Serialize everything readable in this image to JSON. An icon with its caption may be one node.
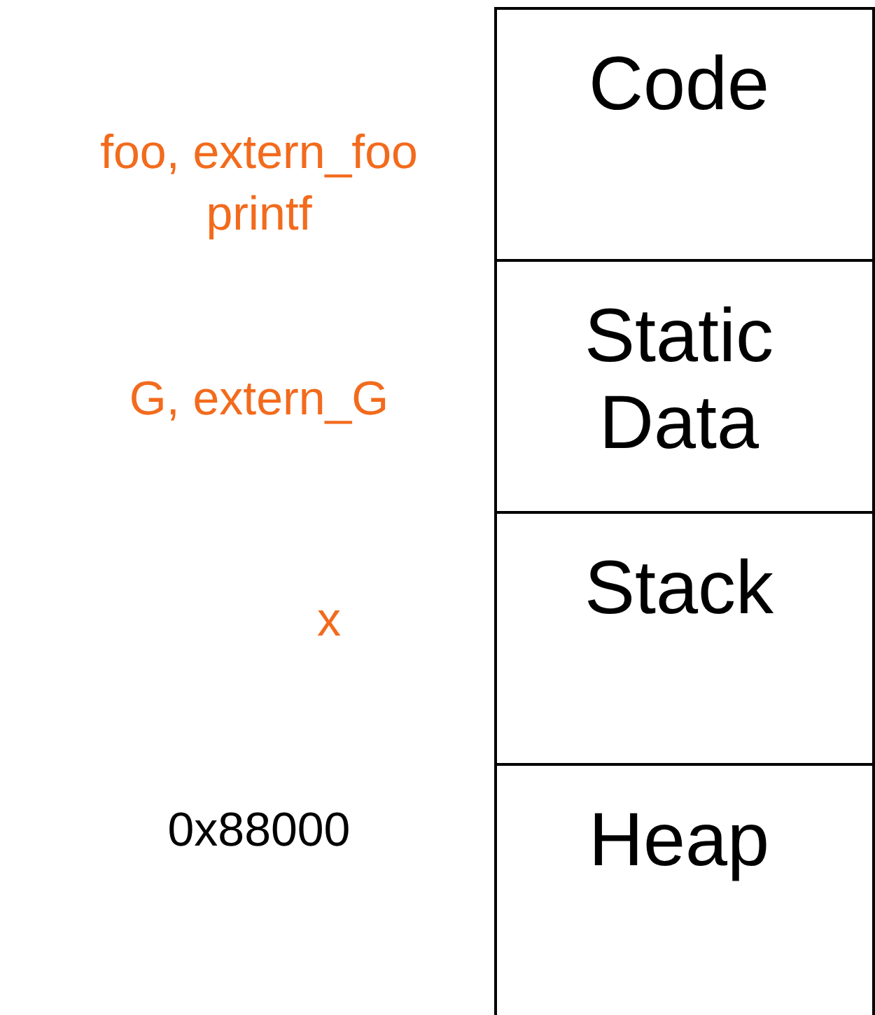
{
  "diagram": {
    "nodes": [
      {
        "text": [
          "Code"
        ],
        "beside": [
          "foo, extern_foo printf"
        ]
      },
      {
        "text": [
          "Static Data"
        ],
        "beside": [
          "G, extern_G"
        ]
      },
      {
        "text": [
          "Stack"
        ],
        "beside": [
          "x"
        ]
      },
      {
        "text": [
          "Heap"
        ],
        "beside": [
          "0x88000"
        ]
      }
    ],
    "edges": []
  }
}
